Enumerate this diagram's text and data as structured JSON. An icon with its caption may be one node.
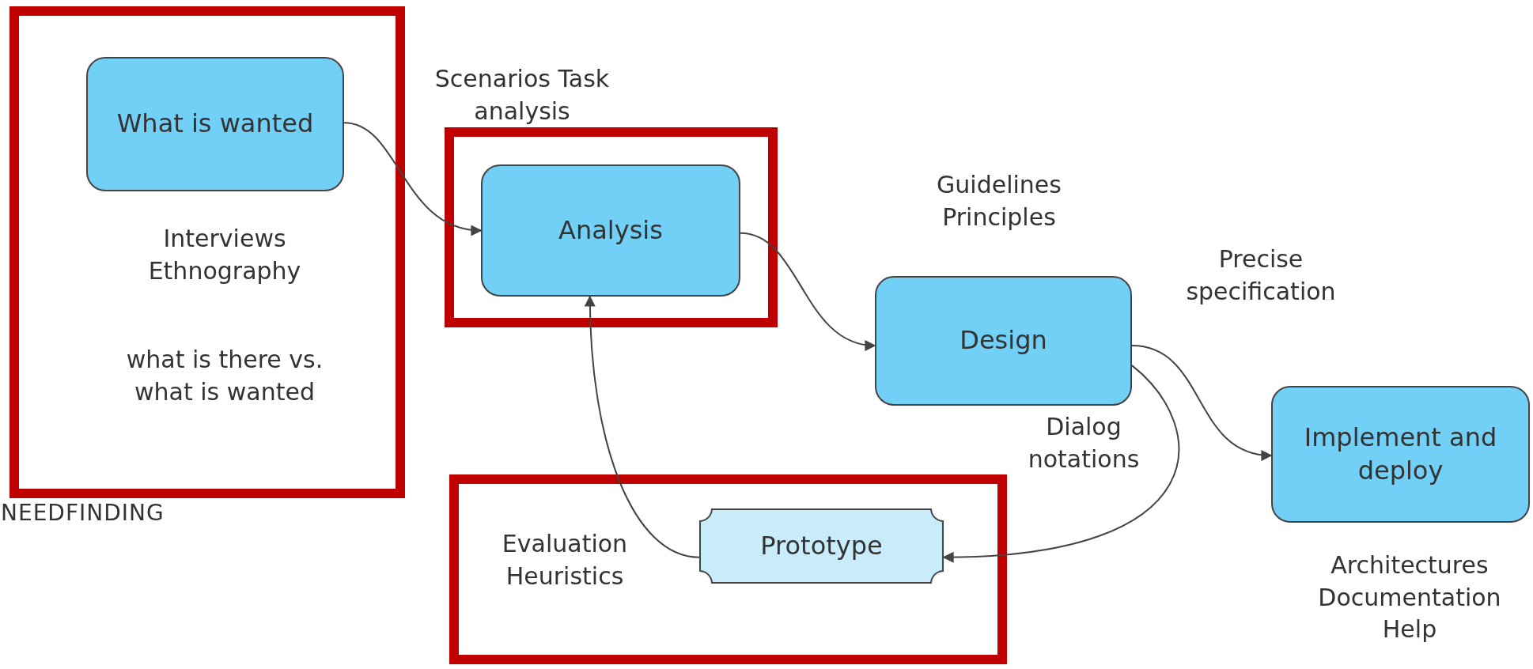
{
  "diagram": {
    "nodes": [
      {
        "text": [
          "NEEDFINDING"
        ]
      },
      {
        "text": [
          "What is wanted"
        ],
        "in": 0,
        "beside": [
          "Interviews Ethnography",
          "what is there vs. what is wanted"
        ]
      },
      {
        "text": [],
        "shape": "box"
      },
      {
        "text": [
          "Analysis"
        ],
        "in": 2,
        "beside": [
          "Scenarios Task analysis"
        ]
      },
      {
        "text": [
          "Design"
        ],
        "beside": [
          "Guidelines Principles"
        ]
      },
      {
        "text": [
          "Implement and deploy"
        ],
        "beside": [
          "Architectures Documentation Help"
        ]
      },
      {
        "text": [],
        "shape": "box"
      },
      {
        "text": [
          "Prototype"
        ],
        "in": 6,
        "beside": [
          "Evaluation Heuristics"
        ]
      }
    ],
    "edges": [
      {
        "from": 1,
        "to": 3,
        "arrow": "to"
      },
      {
        "from": 3,
        "to": 4,
        "arrow": "to"
      },
      {
        "from": 4,
        "to": 5,
        "arrow": "to",
        "label": "Precise specification"
      },
      {
        "from": 4,
        "to": 7,
        "arrow": "to",
        "label": "Dialog notations"
      },
      {
        "from": 7,
        "to": 3,
        "arrow": "to"
      }
    ]
  }
}
